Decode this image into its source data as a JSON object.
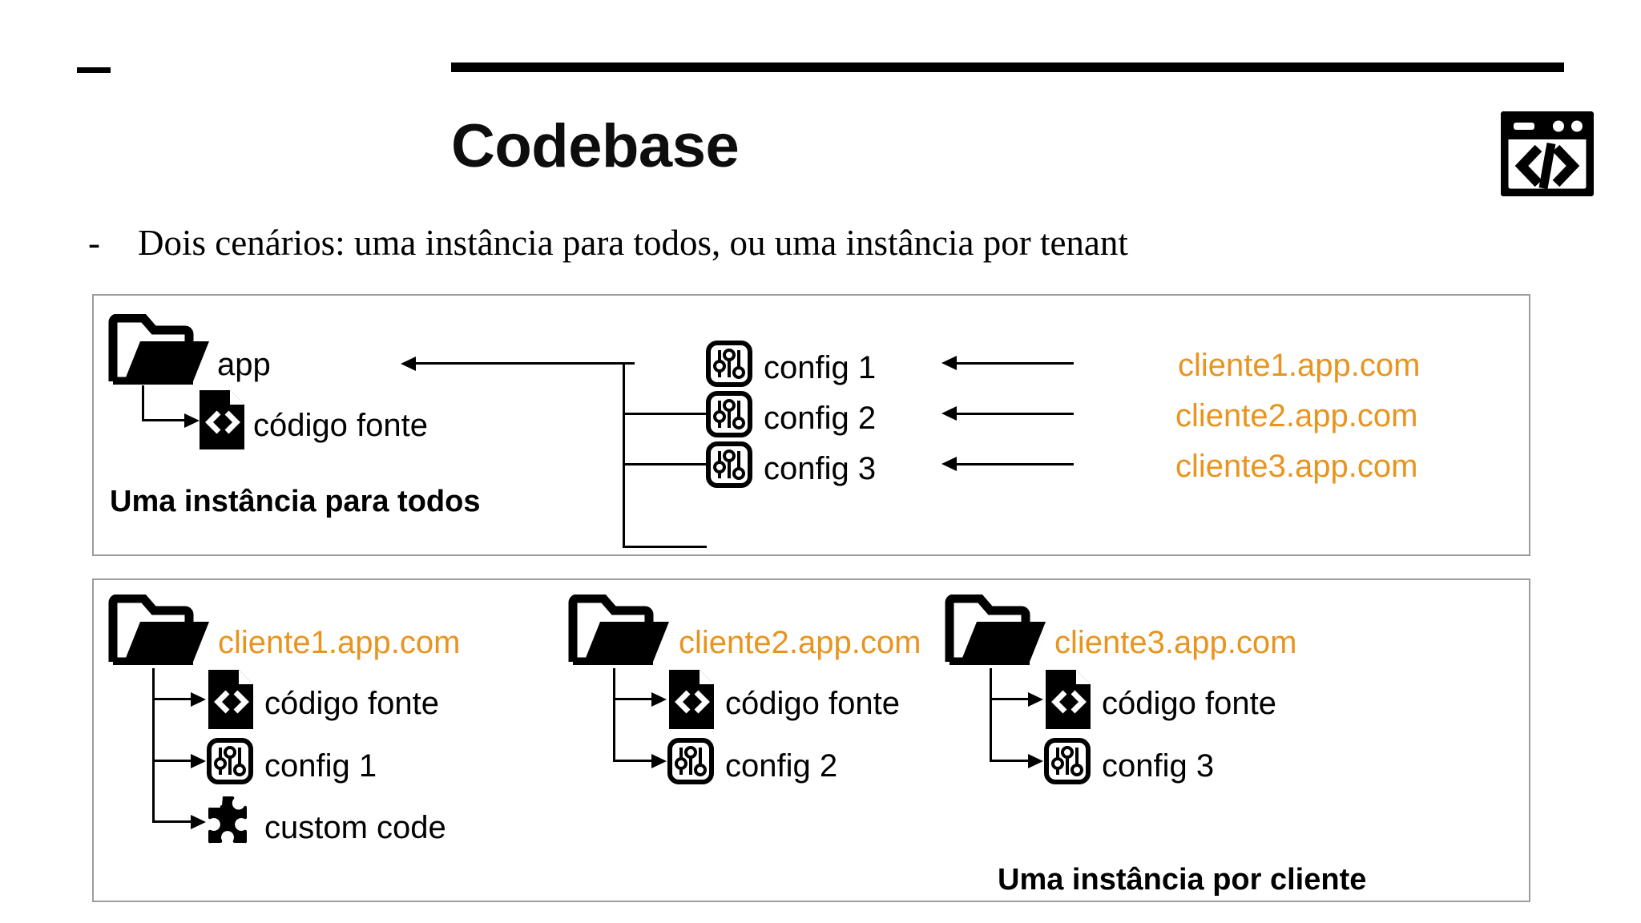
{
  "header": {
    "title": "Codebase",
    "dash_mark": "",
    "icon": "code-window-icon"
  },
  "subtitle": {
    "bullet": "-",
    "text": "Dois cenários: uma instância para todos, ou uma instância por tenant"
  },
  "colors": {
    "accent_orange": "#e8941f",
    "text_black": "#111111",
    "panel_border": "#9d9d9d"
  },
  "scenario_one": {
    "caption": "Uma instância para todos",
    "app_folder": {
      "icon": "folder-icon",
      "label": "app"
    },
    "source_code": {
      "icon": "source-code-file-icon",
      "label": "código fonte"
    },
    "configs": [
      {
        "icon": "config-sliders-icon",
        "label": "config 1",
        "client": "cliente1.app.com"
      },
      {
        "icon": "config-sliders-icon",
        "label": "config 2",
        "client": "cliente2.app.com"
      },
      {
        "icon": "config-sliders-icon",
        "label": "config 3",
        "client": "cliente3.app.com"
      }
    ]
  },
  "scenario_two": {
    "caption": "Uma instância por cliente",
    "columns": [
      {
        "folder_icon": "folder-icon",
        "folder_label": "cliente1.app.com",
        "items": [
          {
            "icon": "source-code-file-icon",
            "label": "código fonte"
          },
          {
            "icon": "config-sliders-icon",
            "label": "config 1"
          },
          {
            "icon": "puzzle-piece-icon",
            "label": "custom code"
          }
        ]
      },
      {
        "folder_icon": "folder-icon",
        "folder_label": "cliente2.app.com",
        "items": [
          {
            "icon": "source-code-file-icon",
            "label": "código fonte"
          },
          {
            "icon": "config-sliders-icon",
            "label": "config 2"
          }
        ]
      },
      {
        "folder_icon": "folder-icon",
        "folder_label": "cliente3.app.com",
        "items": [
          {
            "icon": "source-code-file-icon",
            "label": "código fonte"
          },
          {
            "icon": "config-sliders-icon",
            "label": "config 3"
          }
        ]
      }
    ]
  }
}
